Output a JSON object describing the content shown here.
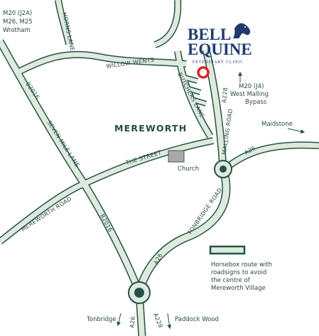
{
  "brand": {
    "line1": "BELL",
    "line2": "EQUINE",
    "subtitle": "VETERINARY CLINIC",
    "color": "#1f3a6e"
  },
  "colors": {
    "road_fill": "#dfeadd",
    "road_stroke": "#24524a",
    "text": "#2a4a44",
    "marker": "#e0202a"
  },
  "place": {
    "village": "MEREWORTH"
  },
  "roads": {
    "horns_lane": "HORNS LANE",
    "willow_wents": "WILLOW WENTS",
    "butchers_lane": "BUTCHERS LANE",
    "a228_top": "A228",
    "malling_road": "MALLING ROAD",
    "the_street": "THE STREET",
    "b2016_top": "B2016",
    "seven_mile_lane": "SEVEN MILE LANE",
    "mereworth_road": "MEREWORTH ROAD",
    "b2016_bottom": "B2016",
    "a26_right": "A26",
    "tonbridge_road": "TONBRIDGE ROAD",
    "a26_bottom_road": "A26",
    "a26_exit": "A26",
    "a228_exit": "A228"
  },
  "directions": {
    "top_left": [
      "M20 (J2A)",
      "M26, M25",
      "Wrotham"
    ],
    "m20_j4": [
      "M20 (J4)",
      "West Malling",
      "Bypass"
    ],
    "maidstone": "Maidstone",
    "tonbridge": "Tonbridge",
    "paddock_wood": "Paddock Wood"
  },
  "landmarks": {
    "church": "Church"
  },
  "legend": {
    "text": [
      "Horsebox route with",
      "roadsigns to avoid",
      "the centre of",
      "Mereworth Village"
    ]
  }
}
